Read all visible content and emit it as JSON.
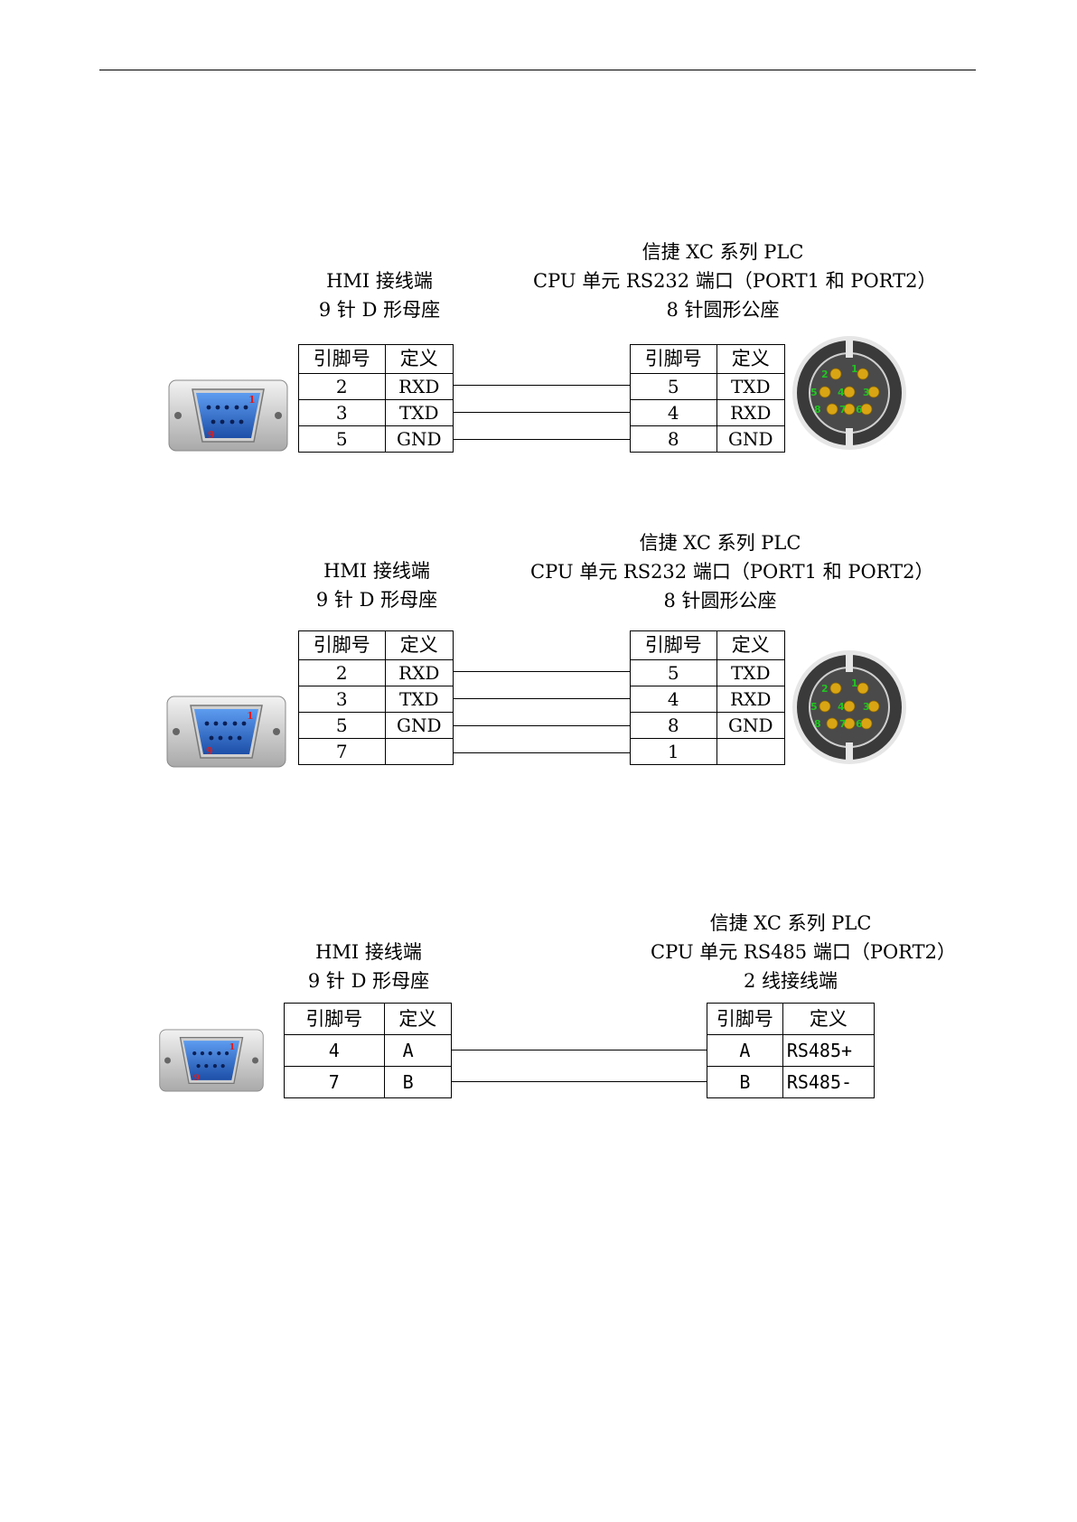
{
  "diagrams": [
    {
      "hmi_header": [
        "HMI 接线端",
        "9 针 D 形母座"
      ],
      "plc_header": [
        "信捷 XC 系列 PLC",
        "CPU 单元 RS232 端口（PORT1 和 PORT2）",
        "8 针圆形公座"
      ],
      "columns": [
        "引脚号",
        "定义"
      ],
      "hmi_rows": [
        [
          "2",
          "RXD"
        ],
        [
          "3",
          "TXD"
        ],
        [
          "5",
          "GND"
        ]
      ],
      "plc_rows": [
        [
          "5",
          "TXD"
        ],
        [
          "4",
          "RXD"
        ],
        [
          "8",
          "GND"
        ]
      ]
    },
    {
      "hmi_header": [
        "HMI 接线端",
        "9 针 D 形母座"
      ],
      "plc_header": [
        "信捷 XC 系列 PLC",
        "CPU 单元 RS232 端口（PORT1 和 PORT2）",
        "8 针圆形公座"
      ],
      "columns": [
        "引脚号",
        "定义"
      ],
      "hmi_rows": [
        [
          "2",
          "RXD"
        ],
        [
          "3",
          "TXD"
        ],
        [
          "5",
          "GND"
        ],
        [
          "7",
          ""
        ]
      ],
      "plc_rows": [
        [
          "5",
          "TXD"
        ],
        [
          "4",
          "RXD"
        ],
        [
          "8",
          "GND"
        ],
        [
          "1",
          ""
        ]
      ]
    },
    {
      "hmi_header": [
        "HMI 接线端",
        "9 针 D 形母座"
      ],
      "plc_header": [
        "信捷 XC 系列 PLC",
        "CPU 单元 RS485 端口（PORT2）",
        "2 线接线端"
      ],
      "columns": [
        "引脚号",
        "定义"
      ],
      "hmi_rows": [
        [
          "4",
          "A"
        ],
        [
          "7",
          "B"
        ]
      ],
      "plc_rows": [
        [
          "A",
          "RS485+"
        ],
        [
          "B",
          "RS485-"
        ]
      ]
    }
  ],
  "icons": {
    "db9": "db9-female-connector-icon",
    "din8": "mini-din-8-male-connector-icon",
    "db9_pin_labels": [
      "1",
      "9"
    ],
    "din8_pin_labels": [
      "2",
      "1",
      "5",
      "4",
      "3",
      "8",
      "7",
      "6"
    ]
  },
  "colors": {
    "db9_blue": "#2f6fd0",
    "din_gold": "#d9a514",
    "pin_label_green": "#22c422",
    "pin_label_red": "#e01b1b"
  }
}
